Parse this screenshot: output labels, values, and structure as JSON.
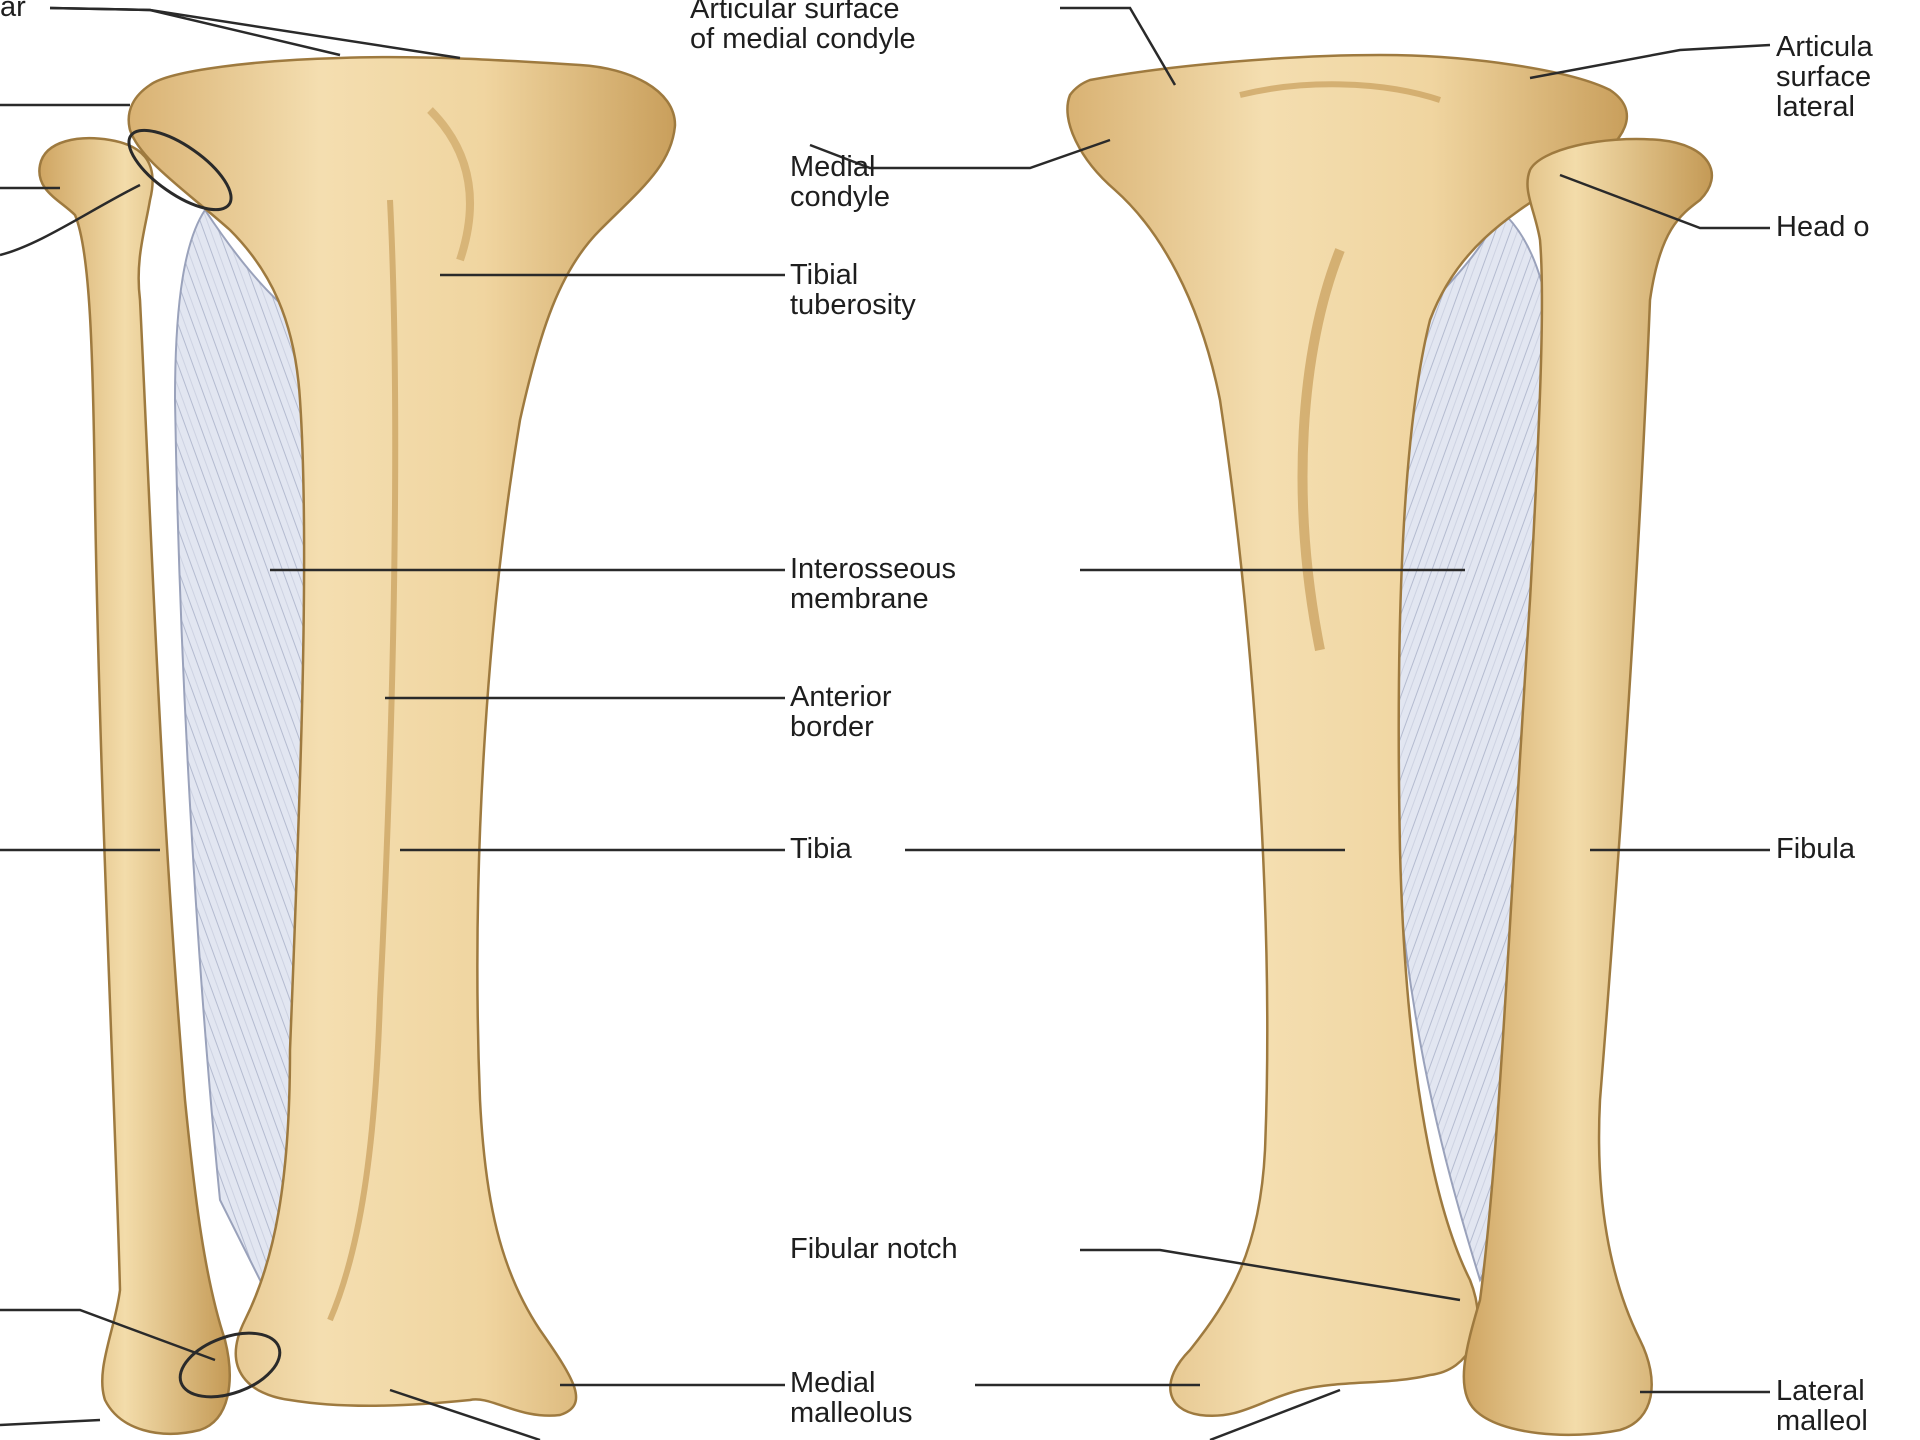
{
  "colors": {
    "bone": "#ebcf9c",
    "bone_shadow": "#c9a15d",
    "bone_highlight": "#f9ebcd",
    "membrane": "#dfe3ef",
    "membrane_lines": "#b9bfd3",
    "leader": "#2a2a2a",
    "text": "#1e1e1e",
    "background": "#ffffff"
  },
  "views": [
    {
      "name": "anterior-view",
      "bones": [
        "tibia",
        "fibula",
        "interosseous membrane"
      ]
    },
    {
      "name": "posterior-view",
      "bones": [
        "tibia",
        "fibula",
        "interosseous membrane"
      ]
    }
  ],
  "labels": {
    "left_cut_top": "ar",
    "articular_surface_medial": "Articular surface\nof medial condyle",
    "articular_surface_lateral": "Articula\nsurface\nlateral",
    "medial_condyle": "Medial\ncondyle",
    "head_of_fibula": "Head o",
    "tibial_tuberosity": "Tibial\ntuberosity",
    "interosseous_membrane": "Interosseous\nmembrane",
    "anterior_border": "Anterior\nborder",
    "tibia": "Tibia",
    "fibula": "Fibula",
    "fibular_notch": "Fibular notch",
    "medial_malleolus": "Medial\nmalleolus",
    "lateral_malleolus": "Lateral\nmalleol"
  }
}
